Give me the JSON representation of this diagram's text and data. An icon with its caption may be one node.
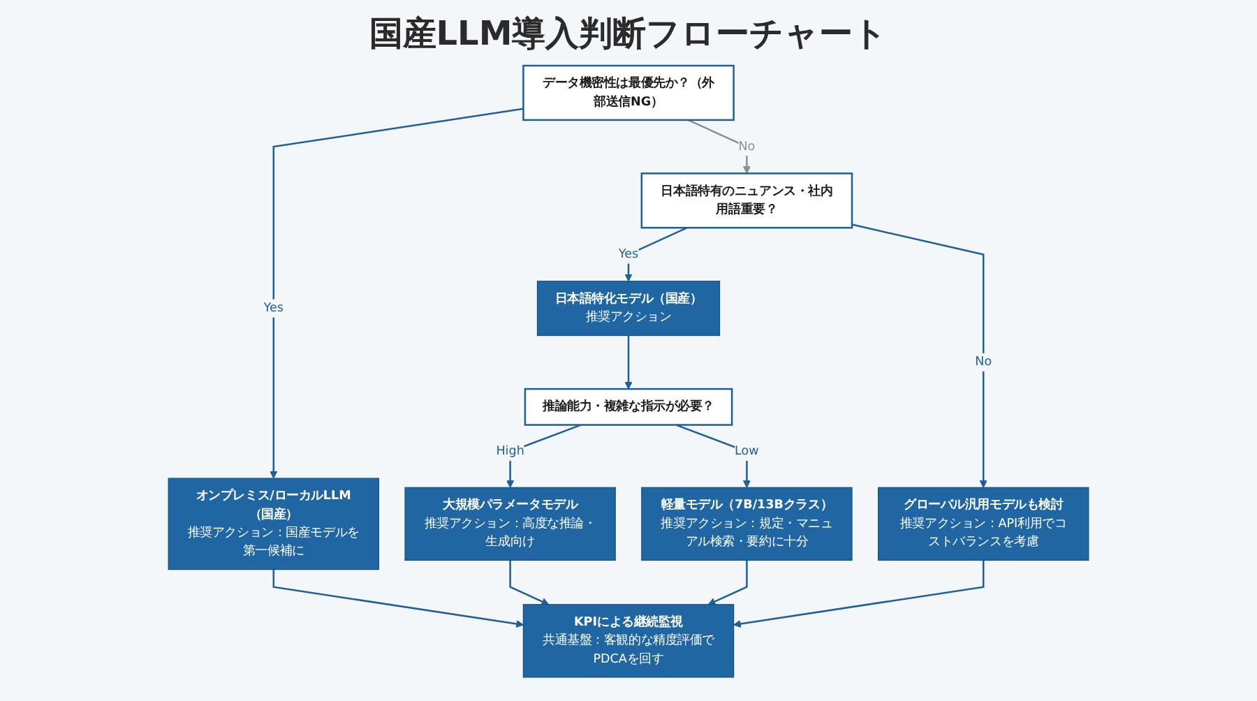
{
  "diagram": {
    "title": "国産LLM導入判断フローチャート",
    "nodes": [
      {
        "text": [
          "データ機密性は最優先か？（外部送信NG）"
        ]
      },
      {
        "text": [
          "オンプレミス/ローカルLLM（国産）",
          "推奨アクション：国産モデルを第一候補に"
        ]
      },
      {
        "text": [
          "日本語特有のニュアンス・社内用語重要？"
        ]
      },
      {
        "text": [
          "日本語特化モデル（国産）",
          "推奨アクション"
        ]
      },
      {
        "text": [
          "グローバル汎用モデルも検討",
          "推奨アクション：API利用でコストバランスを考慮"
        ]
      },
      {
        "text": [
          "推論能力・複雑な指示が必要？"
        ]
      },
      {
        "text": [
          "大規模パラメータモデル",
          "推奨アクション：高度な推論・生成向け"
        ]
      },
      {
        "text": [
          "軽量モデル（7B/13Bクラス）",
          "推奨アクション：規定・マニュアル検索・要約に十分"
        ]
      },
      {
        "text": [
          "KPIによる継続監視",
          "共通基盤：客観的な精度評価でPDCAを回す"
        ]
      }
    ],
    "edges": [
      {
        "from": 0,
        "to": 1,
        "arrow": "to",
        "label": "Yes"
      },
      {
        "from": 0,
        "to": 2,
        "arrow": "to",
        "label": "No",
        "color": "#8a9096"
      },
      {
        "from": 2,
        "to": 3,
        "arrow": "to",
        "label": "Yes"
      },
      {
        "from": 2,
        "to": 4,
        "arrow": "to",
        "label": "No"
      },
      {
        "from": 3,
        "to": 5,
        "arrow": "to"
      },
      {
        "from": 5,
        "to": 6,
        "arrow": "to",
        "label": "High"
      },
      {
        "from": 5,
        "to": 7,
        "arrow": "to",
        "label": "Low"
      },
      {
        "from": 1,
        "to": 8,
        "arrow": "to"
      },
      {
        "from": 6,
        "to": 8,
        "arrow": "to"
      },
      {
        "from": 7,
        "to": 8,
        "arrow": "to"
      },
      {
        "from": 4,
        "to": 8,
        "arrow": "to"
      }
    ]
  }
}
